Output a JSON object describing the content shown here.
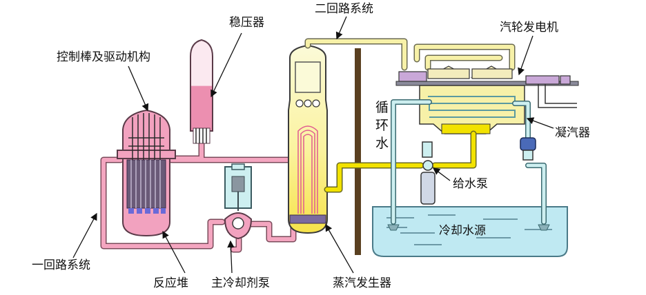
{
  "labels": {
    "control_rods": "控制棒及驱动机构",
    "pressurizer": "稳压器",
    "secondary_loop": "二回路系统",
    "turbine_generator": "汽轮发电机",
    "condenser": "凝汽器",
    "circulating_water": [
      "循",
      "环",
      "水"
    ],
    "feed_pump": "给水泵",
    "cooling_source": "冷却水源",
    "primary_loop": "一回路系统",
    "reactor_core": "反应堆",
    "main_coolant_pump": "主冷却剂泵",
    "steam_generator": "蒸汽发生器"
  },
  "colors": {
    "primary_loop_pipe": "#f4a6c0",
    "pipe_outline": "#7a4a5a",
    "secondary_steam_pipe": "#f7f1a8",
    "feedwater_pipe": "#f2e200",
    "cooling_water_pipe": "#cdeff0",
    "cooling_pool": "#bfe9f2",
    "wall": "#5a4020"
  }
}
